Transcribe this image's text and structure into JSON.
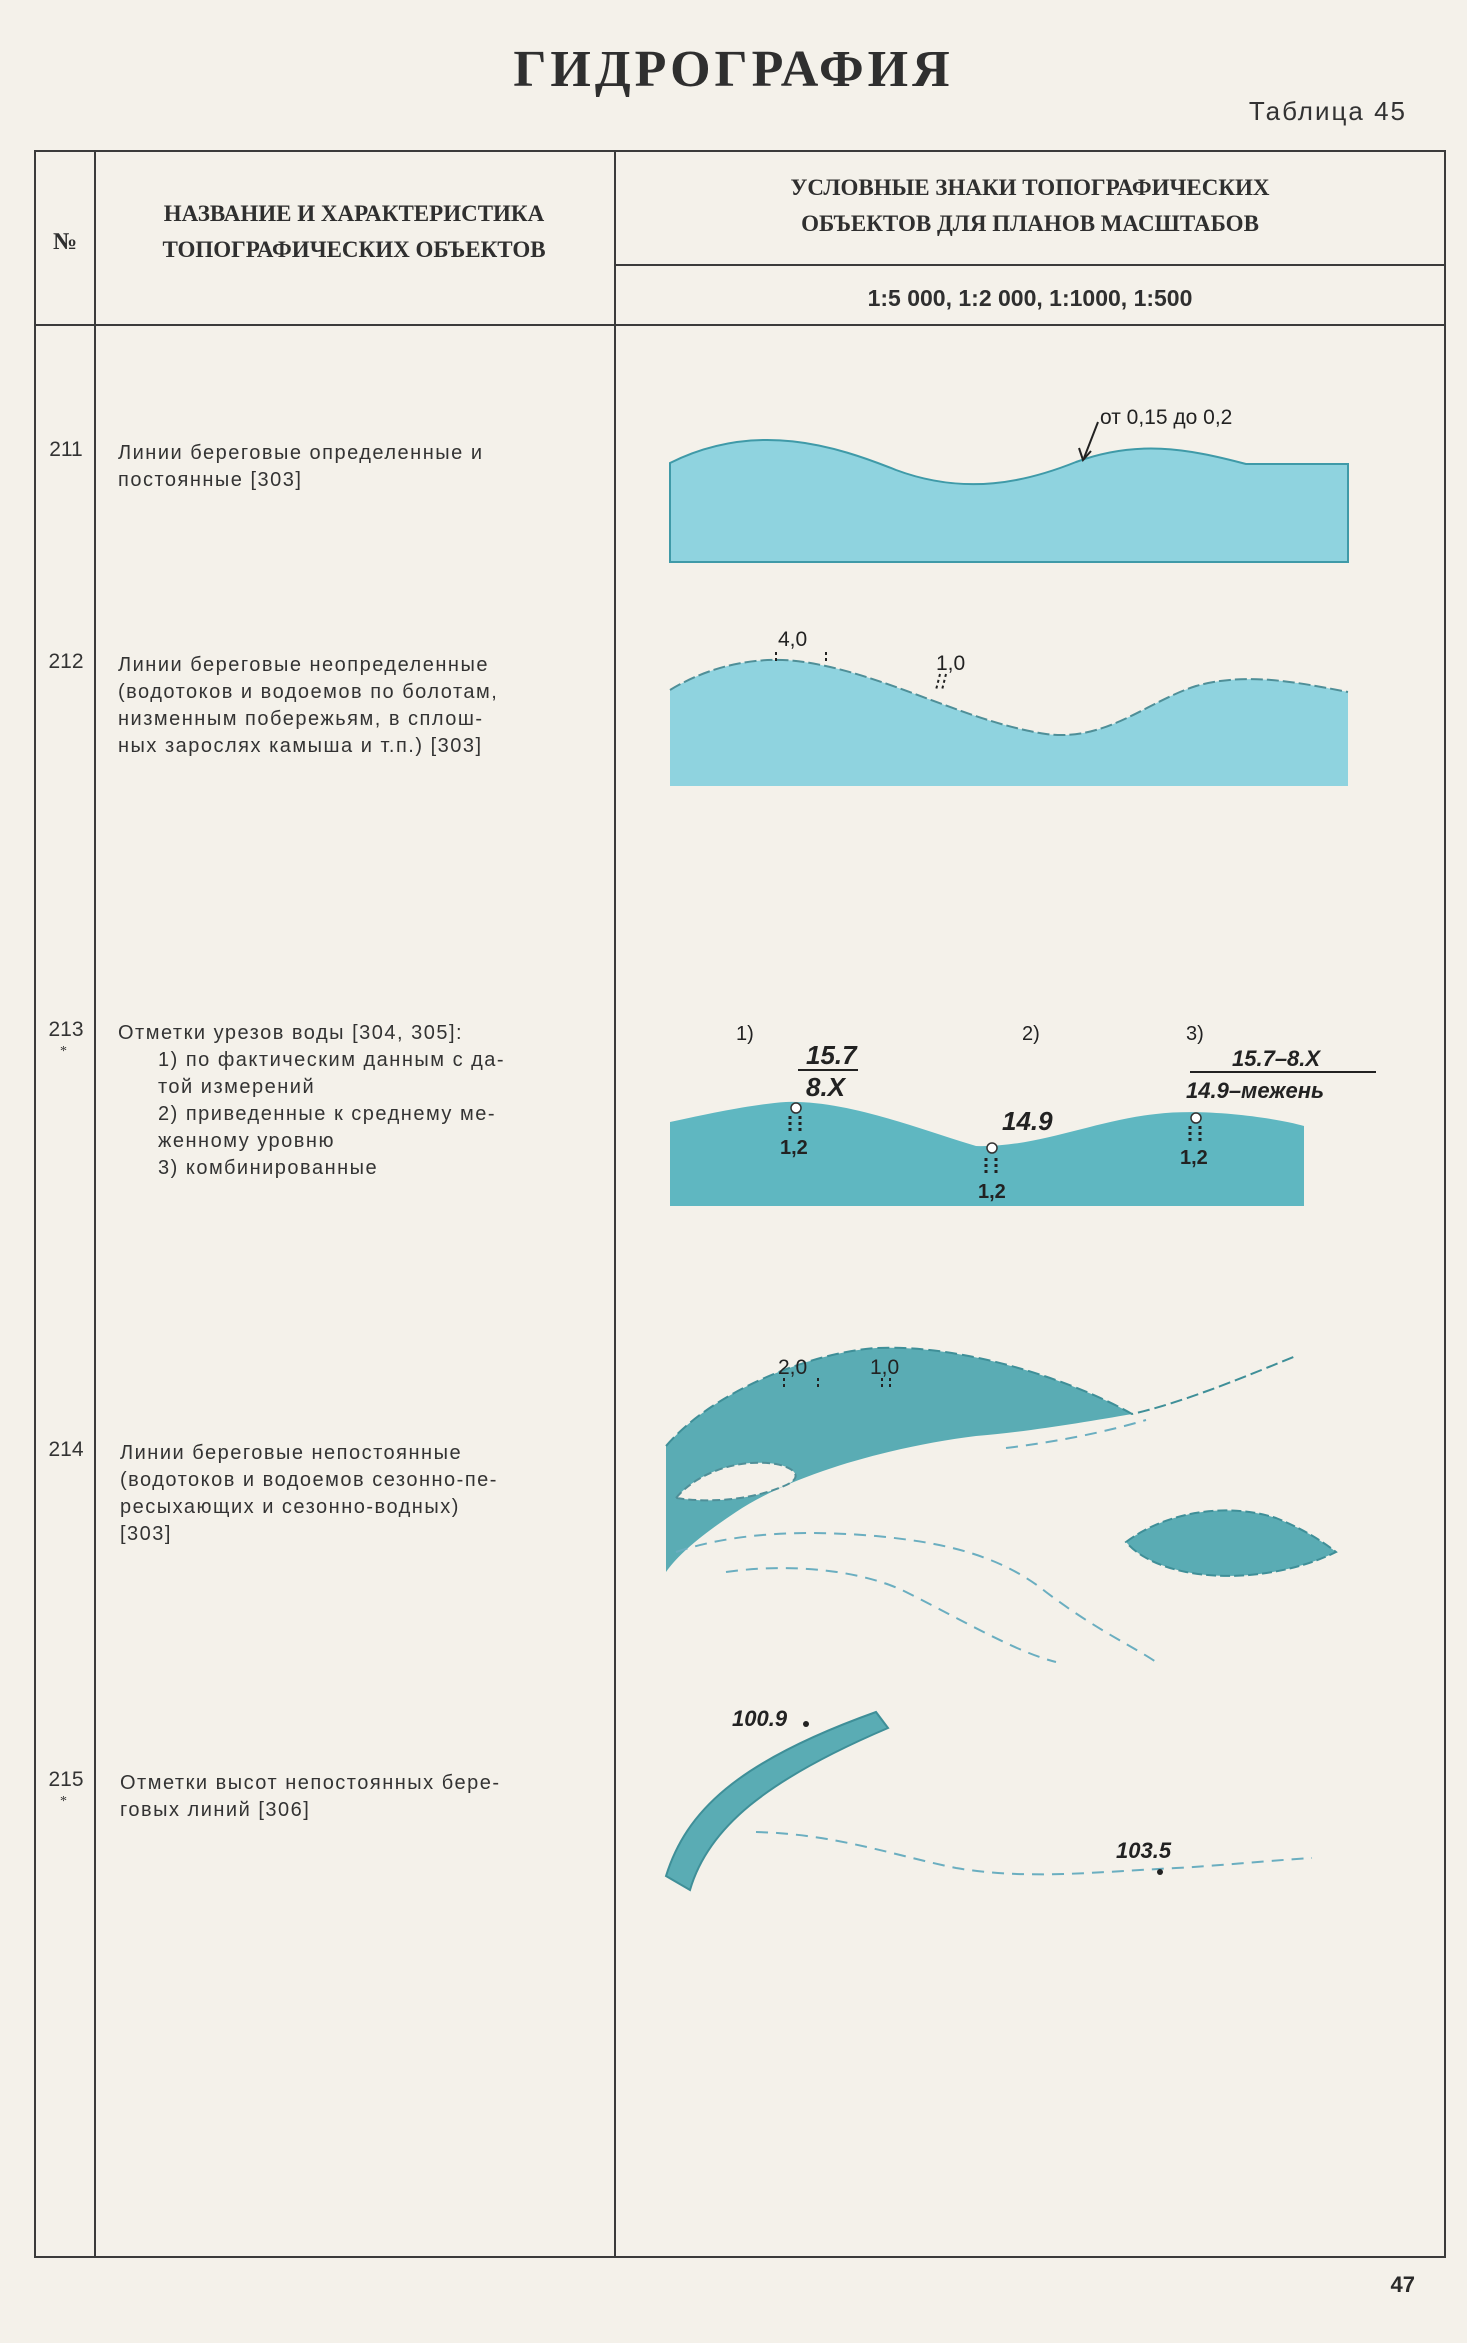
{
  "page": {
    "title": "ГИДРОГРАФИЯ",
    "table_label": "Таблица 45",
    "page_number": "47"
  },
  "header": {
    "number": "№",
    "name_line1": "НАЗВАНИЕ И ХАРАКТЕРИСТИКА",
    "name_line2": "ТОПОГРАФИЧЕСКИХ ОБЪЕКТОВ",
    "signs_line1": "УСЛОВНЫЕ ЗНАКИ ТОПОГРАФИЧЕСКИХ",
    "signs_line2": "ОБЪЕКТОВ ДЛЯ ПЛАНОВ МАСШТАБОВ",
    "scales": "1:5 000, 1:2 000, 1:1000, 1:500"
  },
  "rows": [
    {
      "number": "211",
      "lines": [
        "Линии береговые определенные и",
        "постоянные [303]"
      ]
    },
    {
      "number": "212",
      "lines": [
        "Линии береговые неопределенные",
        "(водотоков и водоемов по болотам,",
        "низменным побережьям, в сплош-",
        "ных зарослях камыша и т.п.) [303]"
      ]
    },
    {
      "number": "213",
      "lines": [
        "Отметки урезов воды [304, 305]:",
        "1) по фактическим данным с да-",
        "той измерений",
        "2) приведенные к среднему ме-",
        "женному уровню",
        "3) комбинированные"
      ]
    },
    {
      "number": "214",
      "lines": [
        "Линии береговые непостоянные",
        "(водотоков и водоемов сезонно-пе-",
        "ресыхающих и сезонно-водных)",
        "[303]"
      ]
    },
    {
      "number": "215",
      "lines": [
        "Отметки высот непостоянных бере-",
        "говых линий [306]"
      ]
    }
  ],
  "signs": {
    "s211_width": "от 0,15 до 0,2",
    "s212_dash": "4,0",
    "s212_gap": "1,0",
    "s213_label1": "1)",
    "s213_label2": "2)",
    "s213_label3": "3)",
    "s213_elev1_top": "15.7",
    "s213_elev1_bottom": "8.X",
    "s213_elev2": "14.9",
    "s213_elev3_top": "15.7–8.X",
    "s213_elev3_bottom": "14.9–межень",
    "s213_size": "1,2",
    "s214_dash": "2,0",
    "s214_gap": "1,0",
    "s215_elev1": "100.9",
    "s215_elev2": "103.5"
  },
  "colors": {
    "water": "#8fd3df",
    "water_dark": "#5aacb4",
    "water_pale": "#cfe6ea",
    "dash_line": "#6aaec0"
  }
}
